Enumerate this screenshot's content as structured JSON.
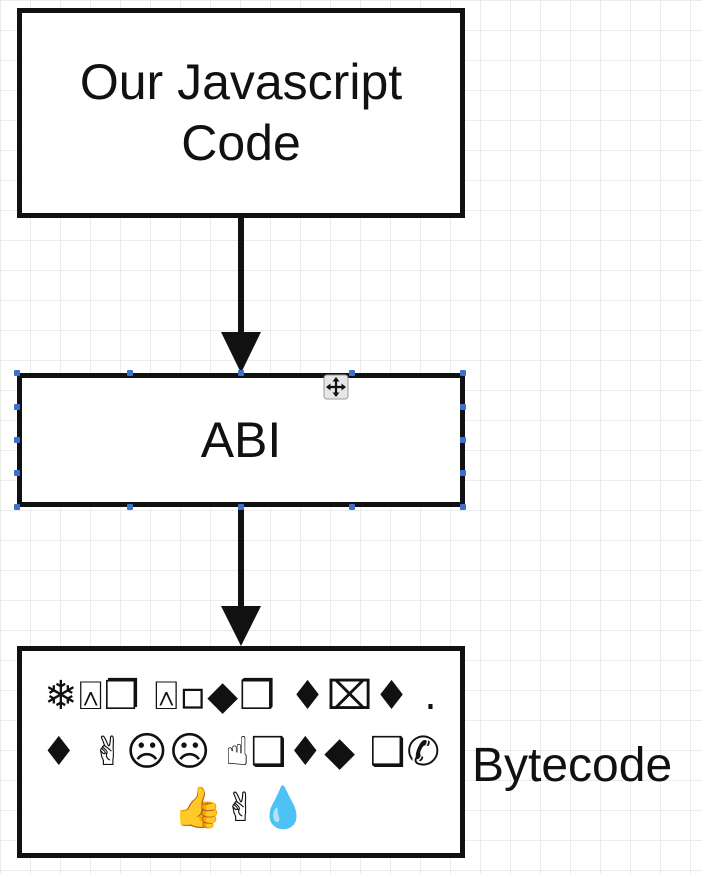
{
  "nodes": {
    "javascript_code": {
      "line1": "Our Javascript",
      "line2": "Code"
    },
    "abi": {
      "label": "ABI"
    },
    "bytecode": {
      "lines": [
        "❄⍓❐ ⍓▫◆❒ ♦⌧♦ .",
        "♦ ✌☹☹ ☝❑♦◆ ❑✆",
        "👍✌💧"
      ]
    }
  },
  "labels": {
    "bytecode": "Bytecode"
  },
  "edges": [
    {
      "from": "javascript_code",
      "to": "abi"
    },
    {
      "from": "abi",
      "to": "bytecode"
    }
  ],
  "colors": {
    "stroke": "#111111",
    "selection_handle": "#3d6fd1",
    "grid": "#ececec"
  },
  "icons": {
    "cursor": "move-cursor-icon"
  }
}
